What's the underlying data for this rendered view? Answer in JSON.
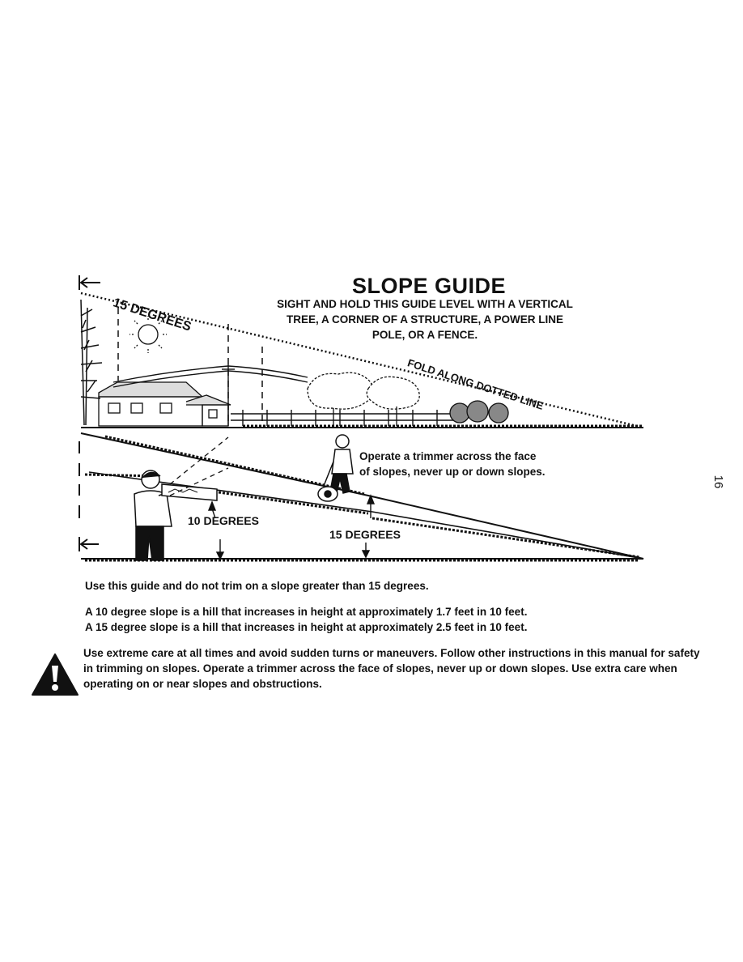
{
  "slope_guide": {
    "title": "SLOPE GUIDE",
    "instruction_lines": [
      "SIGHT AND HOLD THIS GUIDE LEVEL WITH A VERTICAL",
      "TREE, A CORNER OF A STRUCTURE, A POWER LINE",
      "POLE, OR A FENCE."
    ],
    "top_angle_label": "15 DEGREES",
    "fold_label": "FOLD ALONG DOTTED LINE",
    "callout_lines": [
      "Operate a trimmer across the face",
      "of slopes, never up or down slopes."
    ],
    "label_10_degrees": "10 DEGREES",
    "label_15_degrees": "15 DEGREES"
  },
  "body": {
    "limit_text": "Use this guide and do not trim on a slope greater than 15 degrees.",
    "slope_10_text": "A 10 degree slope is a hill that increases in height at approximately 1.7 feet in 10 feet.",
    "slope_15_text": "A 15 degree slope is a hill that increases in height at approximately 2.5 feet in 10 feet.",
    "warning_text": "Use extreme care at all times and avoid sudden turns or maneuvers. Follow other instructions in this manual for safety in trimming on slopes. Operate a trimmer across the face of slopes, never up or down slopes. Use extra care when operating on or near slopes and obstructions."
  },
  "page_number": "16",
  "icons": {
    "warning": "warning-triangle-icon"
  }
}
